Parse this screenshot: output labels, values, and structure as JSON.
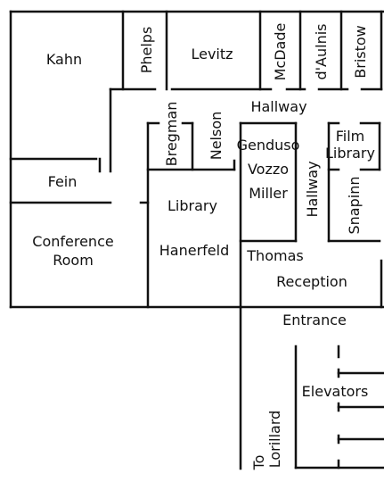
{
  "floor_plan": {
    "rooms": {
      "kahn": "Kahn",
      "phelps": "Phelps",
      "levitz": "Levitz",
      "mcdade": "McDade",
      "daulnis": "d'Aulnis",
      "bristow": "Bristow",
      "fein": "Fein",
      "bregman": "Bregman",
      "nelson": "Nelson",
      "genduso": "Genduso",
      "vozzo": "Vozzo",
      "miller": "Miller",
      "film_library_line1": "Film",
      "film_library_line2": "Library",
      "snapinn": "Snapinn",
      "library": "Library",
      "hanerfeld": "Hanerfeld",
      "conference_line1": "Conference",
      "conference_line2": "Room",
      "thomas": "Thomas",
      "reception": "Reception",
      "elevators": "Elevators"
    },
    "corridors": {
      "hallway_top": "Hallway",
      "hallway_middle": "Hallway",
      "entrance": "Entrance",
      "to_lorillard_line1": "To",
      "to_lorillard_line2": "Lorillard"
    }
  }
}
